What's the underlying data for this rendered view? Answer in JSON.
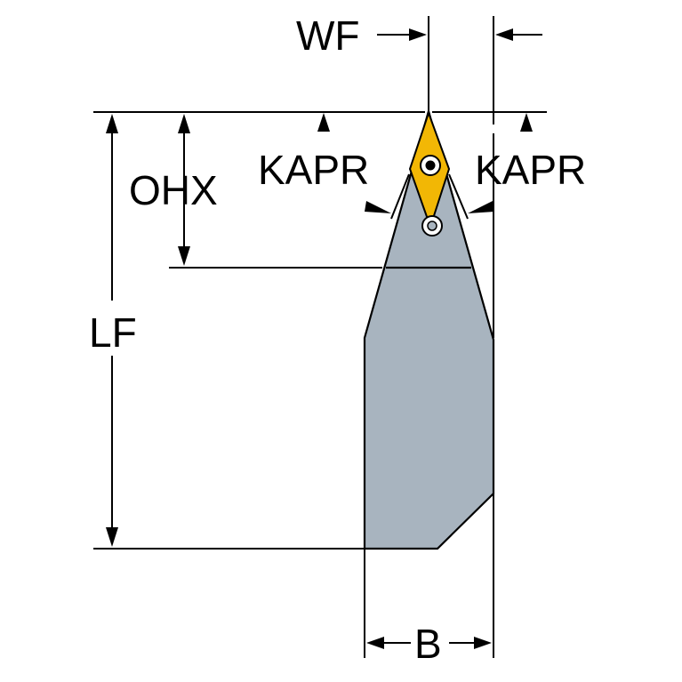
{
  "labels": {
    "wf": "WF",
    "kapr_left": "KAPR",
    "kapr_right": "KAPR",
    "ohx": "OHX",
    "lf": "LF",
    "b": "B"
  },
  "colors": {
    "body_fill": "#A8B4BF",
    "insert_fill": "#F2B705",
    "line": "#000000",
    "background": "#FFFFFF"
  }
}
